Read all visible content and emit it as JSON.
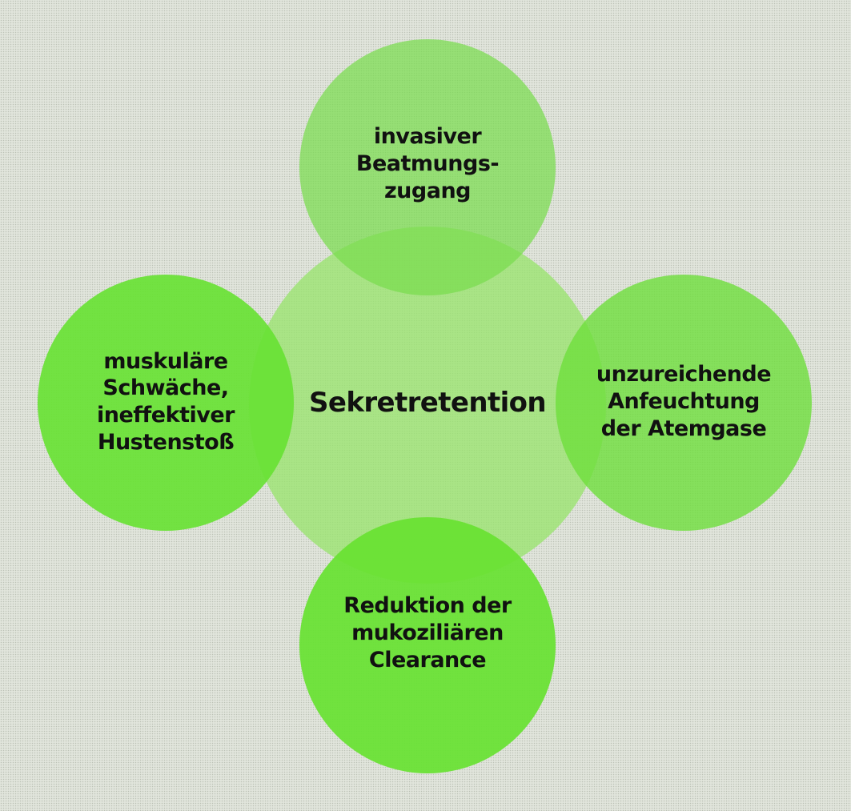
{
  "center": {
    "label": "Sekretretention"
  },
  "factors": [
    {
      "label": "invasiver\nBeatmungs-\nzugang"
    },
    {
      "label": "muskuläre\nSchwäche,\nineffektiver\nHustenstoß"
    },
    {
      "label": "unzureichende\nAnfeuchtung\nder Atemgase"
    },
    {
      "label": "Reduktion der\nmukoziliären\nClearance"
    }
  ],
  "colors": {
    "background": "#e1e5dc",
    "center_circle": "#98e46e",
    "satellite_circle": "#68e232",
    "text": "#111111"
  }
}
